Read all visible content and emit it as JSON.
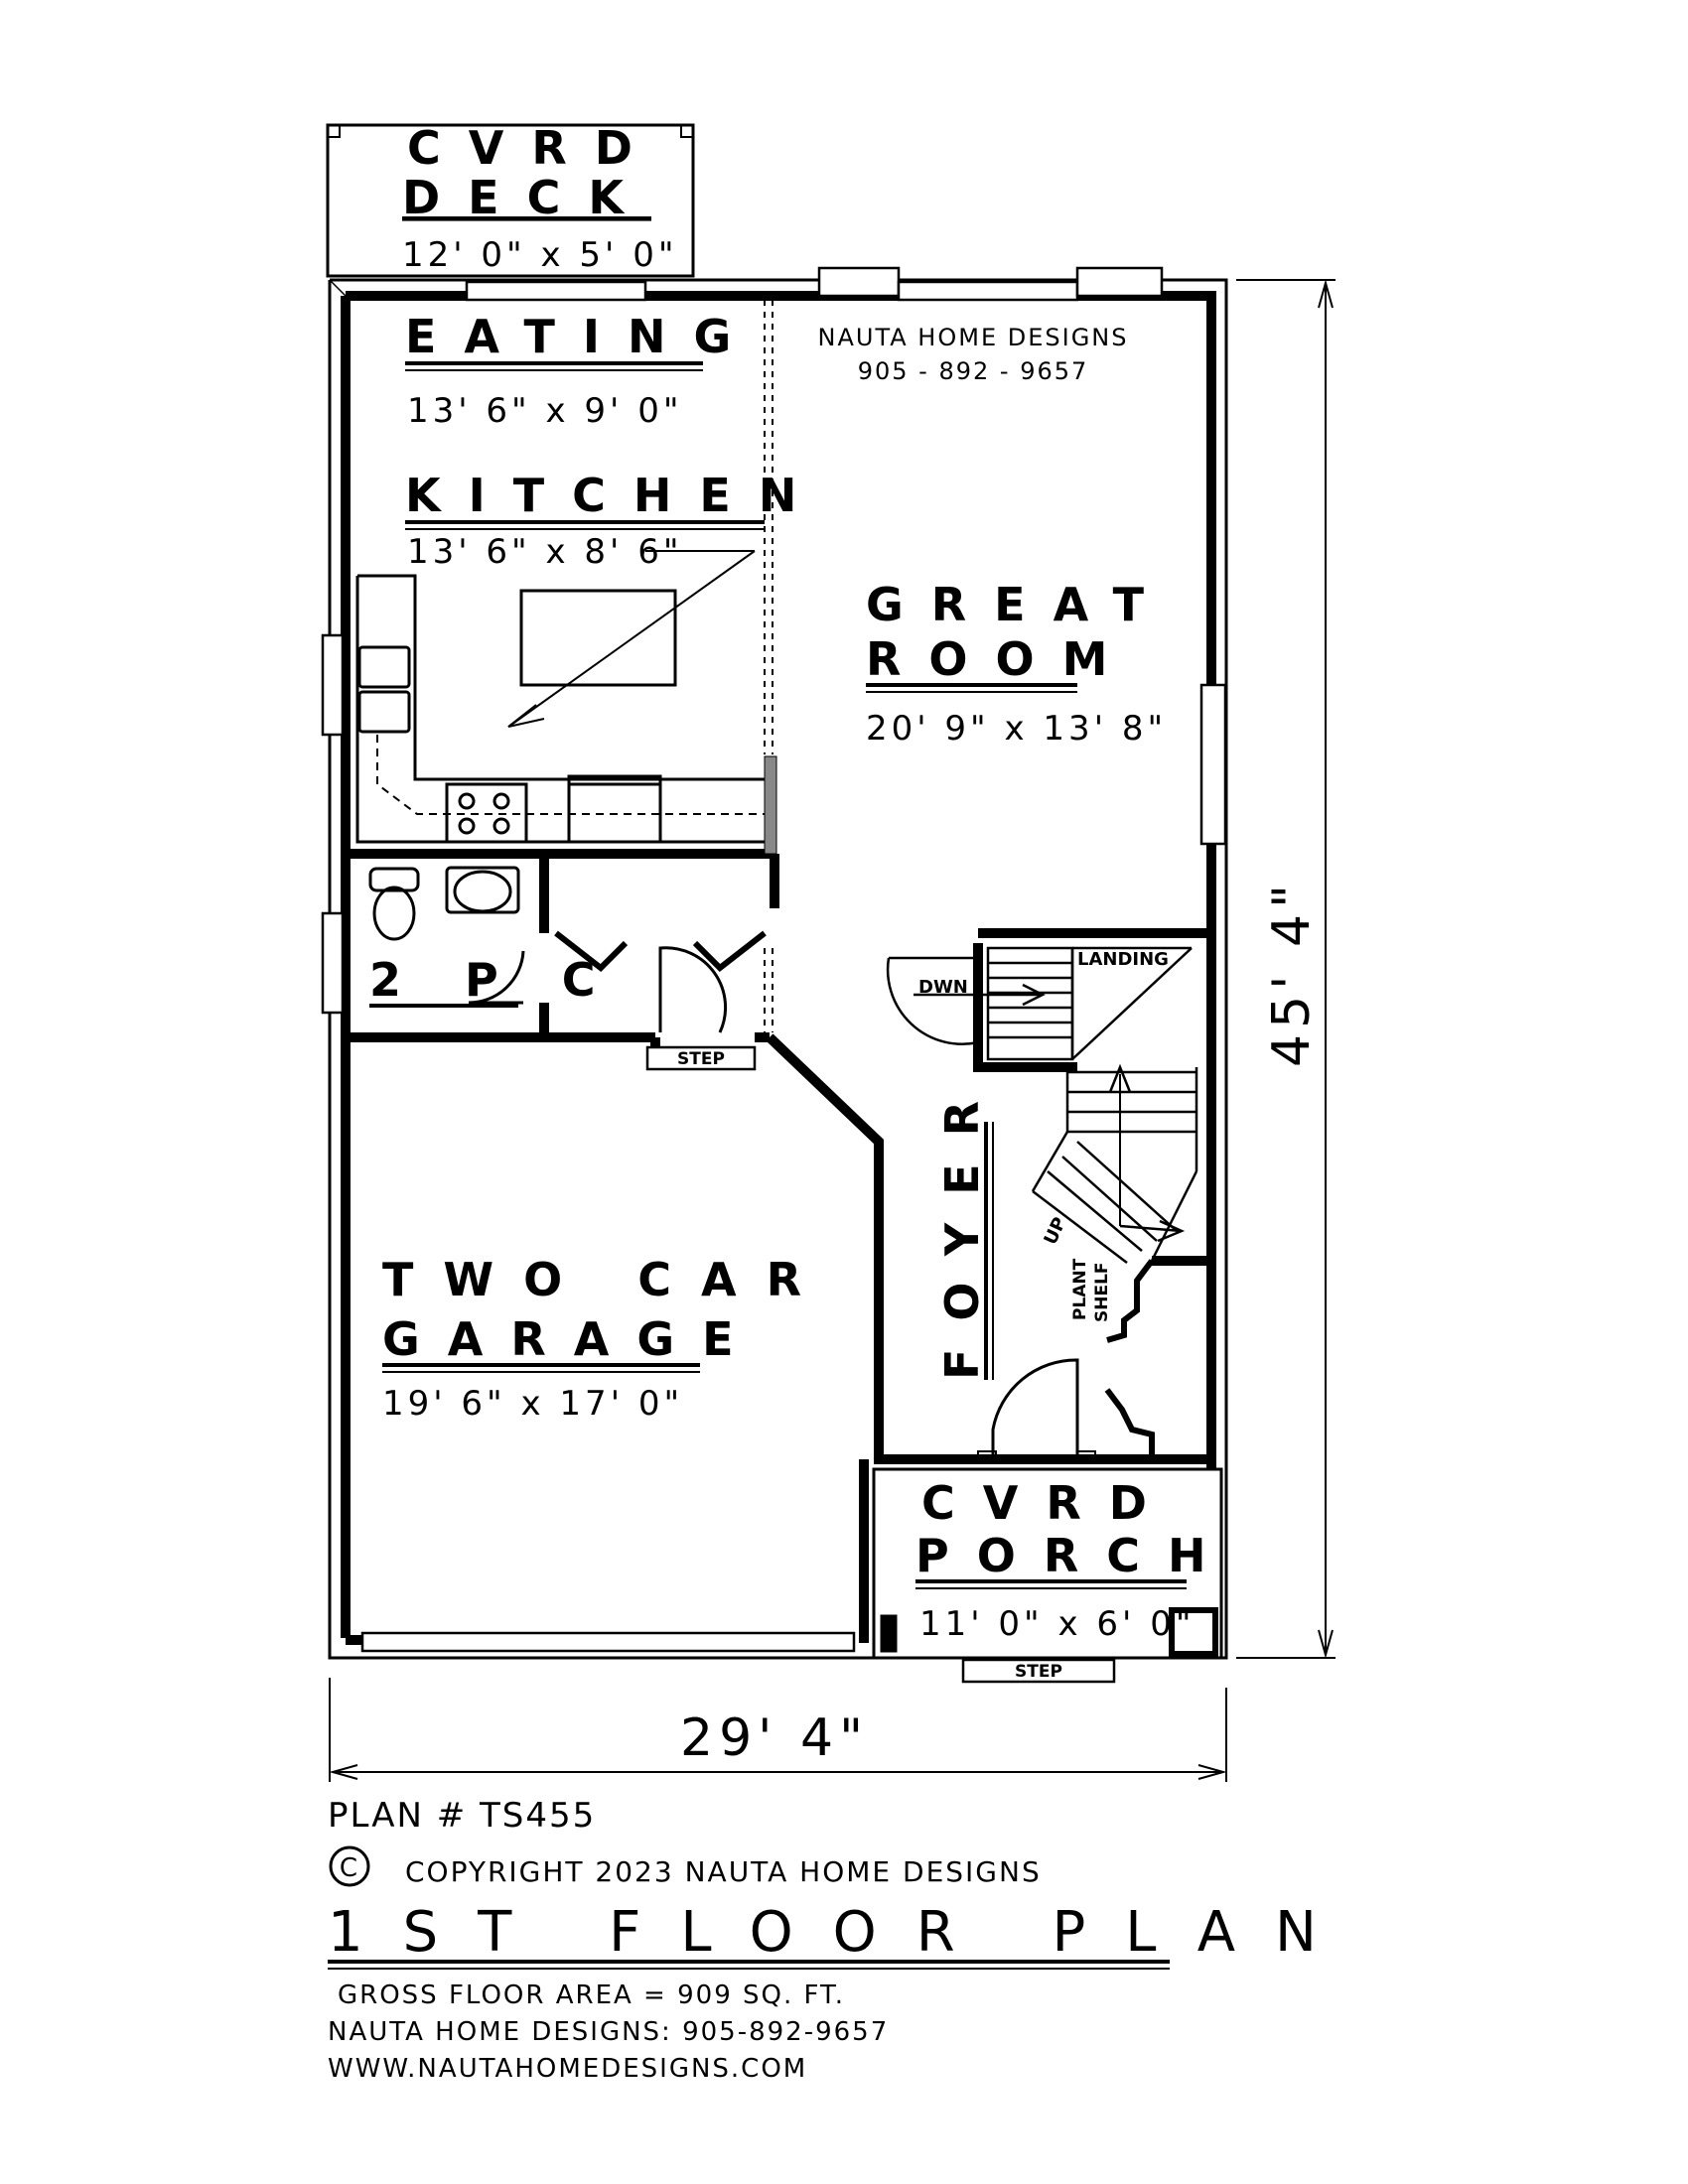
{
  "deck": {
    "name_line1": "CVRD",
    "name_line2": "DECK",
    "dims": "12' 0\" x 5' 0\""
  },
  "eating": {
    "name": "EATING",
    "dims": "13' 6\" x 9' 0\""
  },
  "kitchen": {
    "name": "KITCHEN",
    "dims": "13' 6\" x 8' 6\""
  },
  "designer_note": {
    "line1": "NAUTA HOME DESIGNS",
    "line2": "905 - 892 - 9657"
  },
  "great_room": {
    "name_line1": "GREAT",
    "name_line2": "ROOM",
    "dims": "20' 9\" x 13' 8\""
  },
  "powder": {
    "name": "2 P C"
  },
  "stairs": {
    "landing": "LANDING",
    "down": "DWN",
    "up": "UP",
    "plant_shelf_line1": "PLANT",
    "plant_shelf_line2": "SHELF"
  },
  "garage": {
    "name_line1": "TWO CAR",
    "name_line2": "GARAGE",
    "dims": "19' 6\" x 17' 0\""
  },
  "foyer": {
    "name": "FOYER"
  },
  "porch": {
    "name_line1": "CVRD",
    "name_line2": "PORCH",
    "dims": "11' 0\" x 6' 0\""
  },
  "step_label": "STEP",
  "overall": {
    "width": "29' 4\"",
    "depth": "45' 4\""
  },
  "title_block": {
    "plan_number": "PLAN # TS455",
    "copyright_symbol": "C",
    "copyright": "COPYRIGHT 2023 NAUTA HOME DESIGNS",
    "title": "1ST FLOOR PLAN",
    "gross_area": "GROSS  FLOOR AREA  =  909  SQ. FT.",
    "phone": "NAUTA HOME DESIGNS:  905-892-9657",
    "website": "WWW.NAUTAHOMEDESIGNS.COM"
  }
}
